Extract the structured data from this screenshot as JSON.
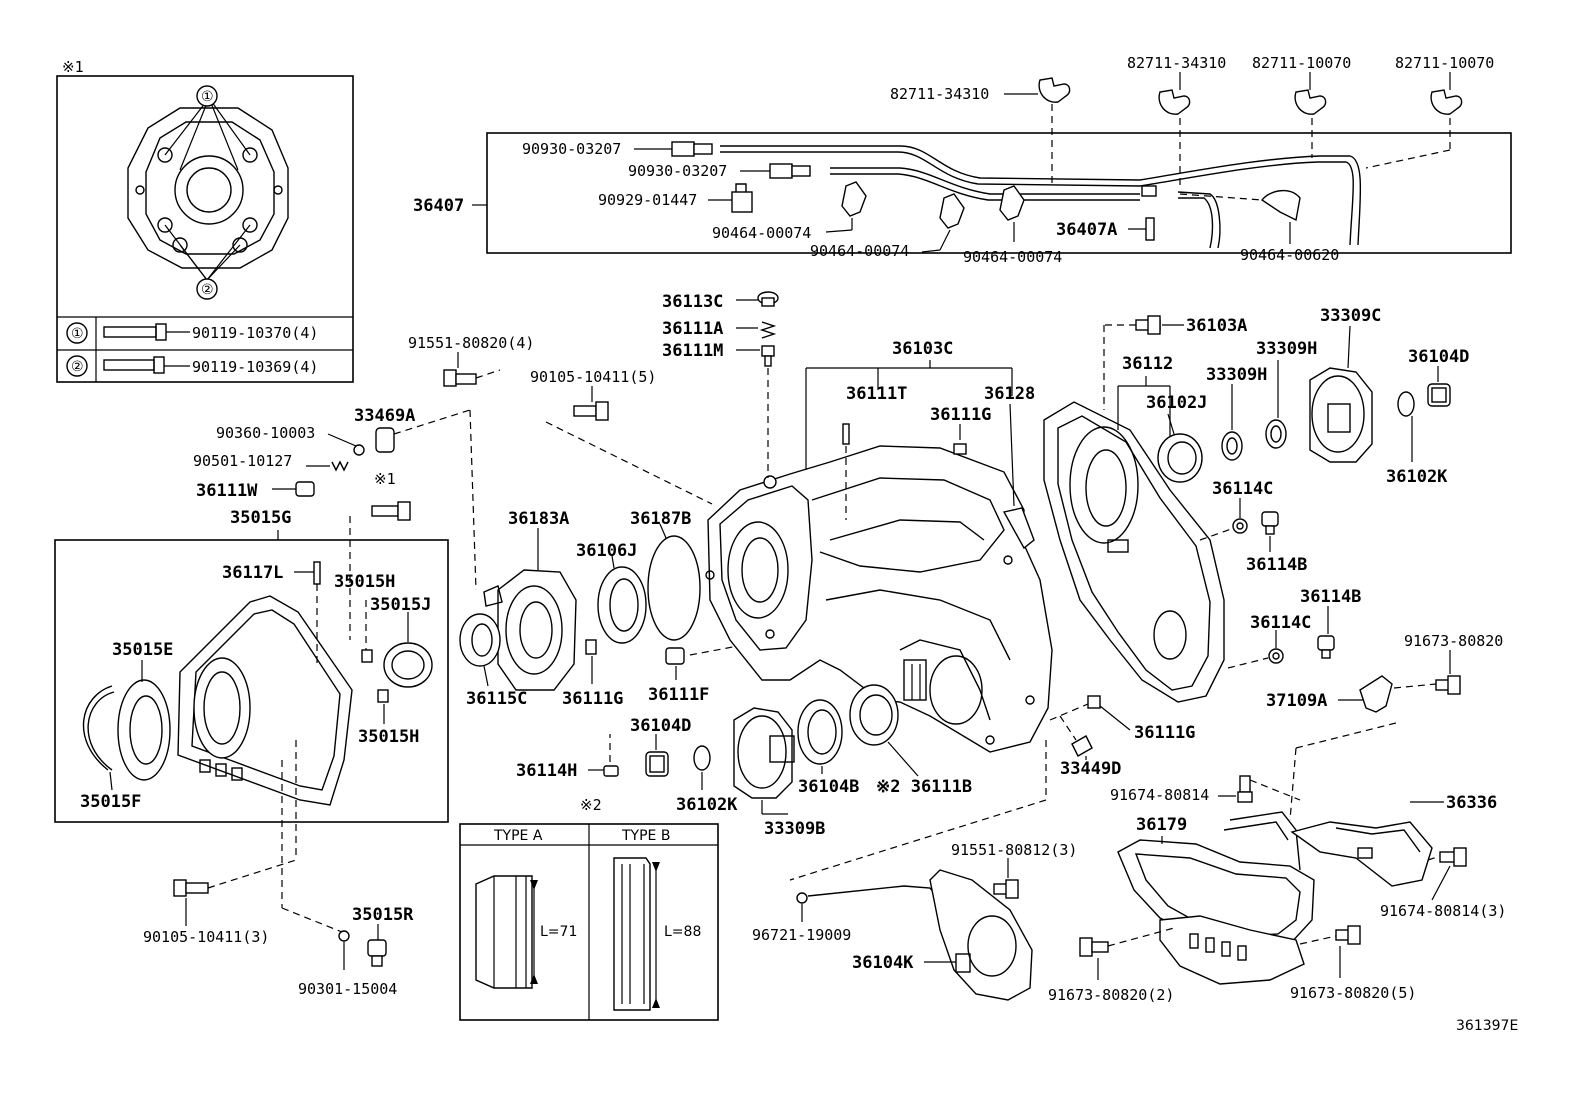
{
  "drawing_code": "361397E",
  "inset1": {
    "marker": "※1",
    "callout_1": "①",
    "callout_2": "②",
    "row1_part": "90119-10370(4)",
    "row2_part": "90119-10369(4)"
  },
  "inset2": {
    "marker": "※2",
    "type_a": "TYPE A",
    "type_b": "TYPE B",
    "len_a": "L=71",
    "len_b": "L=88"
  },
  "hose_group": {
    "id": "36407",
    "hose_clamp_1": "82711-34310",
    "hose_clamp_2": "82711-34310",
    "hose_clamp_3": "82711-10070",
    "hose_clamp_4": "82711-10070",
    "plug_1": "90930-03207",
    "plug_2": "90930-03207",
    "clip_1": "90929-01447",
    "clamp_1": "90464-00074",
    "clamp_2": "90464-00074",
    "clamp_3": "90464-00074",
    "clamp_4": "90464-00620",
    "tee": "36407A"
  },
  "labels": {
    "p91551_80820_4": "91551-80820(4)",
    "p90105_10411_5": "90105-10411(5)",
    "p36113C": "36113C",
    "p36111A": "36111A",
    "p36111M": "36111M",
    "p36103C": "36103C",
    "p36111T": "36111T",
    "p36128": "36128",
    "p36111G_top": "36111G",
    "p36103A": "36103A",
    "p36112": "36112",
    "p33309H_1": "33309H",
    "p33309H_2": "33309H",
    "p33309C": "33309C",
    "p36104D_top": "36104D",
    "p36102J": "36102J",
    "p36102K_top": "36102K",
    "p36114C_1": "36114C",
    "p36114B_1": "36114B",
    "p36114B_2": "36114B",
    "p36114C_2": "36114C",
    "p91673_80820": "91673-80820",
    "p37109A": "37109A",
    "p90360_10003": "90360-10003",
    "p33469A": "33469A",
    "p90501_10127": "90501-10127",
    "p36111W": "36111W",
    "p_star1": "※1",
    "p35015G": "35015G",
    "p36117L": "36117L",
    "p35015H_1": "35015H",
    "p35015J": "35015J",
    "p35015E": "35015E",
    "p35015H_2": "35015H",
    "p35015F": "35015F",
    "p36183A": "36183A",
    "p36187B": "36187B",
    "p36106J": "36106J",
    "p36115C": "36115C",
    "p36111G_mid": "36111G",
    "p36111F": "36111F",
    "p36104D_mid": "36104D",
    "p36114H": "36114H",
    "p36102K_mid": "36102K",
    "p36104B": "36104B",
    "p33309B": "33309B",
    "p36111B": "※2 36111B",
    "p36111G_right": "36111G",
    "p33449D": "33449D",
    "p91674_80814": "91674-80814",
    "p36336": "36336",
    "p36179": "36179",
    "p91551_80812_3": "91551-80812(3)",
    "p91674_80814_3": "91674-80814(3)",
    "p96721_19009": "96721-19009",
    "p36104K": "36104K",
    "p91673_80820_2": "91673-80820(2)",
    "p91673_80820_5": "91673-80820(5)",
    "p90105_10411_3": "90105-10411(3)",
    "p35015R": "35015R",
    "p90301_15004": "90301-15004"
  }
}
